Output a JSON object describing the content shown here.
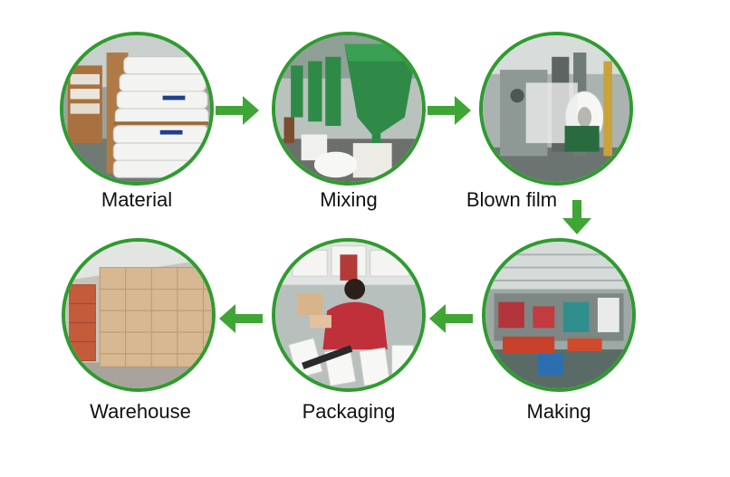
{
  "steps": [
    {
      "label": "Material",
      "photo": "stacked-white-material-sacks"
    },
    {
      "label": "Mixing",
      "photo": "green-mixing-hoppers"
    },
    {
      "label": "Blown film",
      "photo": "film-blowing-machine"
    },
    {
      "label": "Making",
      "photo": "bag-making-production-line"
    },
    {
      "label": "Packaging",
      "photo": "workers-packing-bags"
    },
    {
      "label": "Warehouse",
      "photo": "stacked-cardboard-cartons"
    }
  ],
  "colors": {
    "ring": "#2f9b2f",
    "arrow": "#3fa534",
    "text": "#111111",
    "background": "#ffffff"
  },
  "arrows": [
    {
      "from": "Material",
      "to": "Mixing",
      "direction": "right"
    },
    {
      "from": "Mixing",
      "to": "Blown film",
      "direction": "right"
    },
    {
      "from": "Blown film",
      "to": "Making",
      "direction": "down"
    },
    {
      "from": "Making",
      "to": "Packaging",
      "direction": "left"
    },
    {
      "from": "Packaging",
      "to": "Warehouse",
      "direction": "left"
    }
  ]
}
